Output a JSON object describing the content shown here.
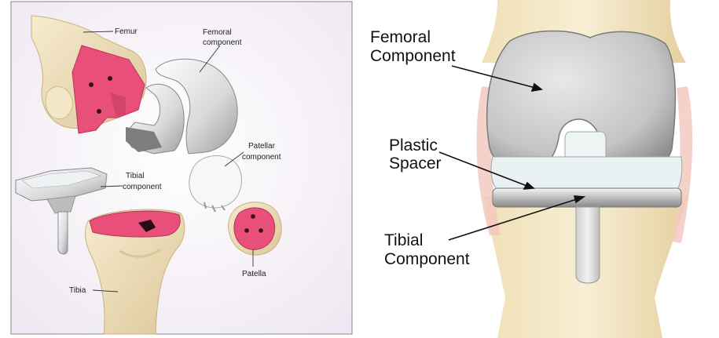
{
  "left_panel": {
    "labels": {
      "femur": "Femur",
      "femoral_component": [
        "Femoral",
        "component"
      ],
      "patellar_component": [
        "Patellar",
        "component"
      ],
      "tibial_component": [
        "Tibial",
        "component"
      ],
      "patella": "Patella",
      "tibia": "Tibia"
    }
  },
  "right_panel": {
    "labels": {
      "femoral_component": [
        "Femoral",
        "Component"
      ],
      "plastic_spacer": [
        "Plastic",
        "Spacer"
      ],
      "tibial_component": [
        "Tibial",
        "Component"
      ]
    }
  },
  "colors": {
    "bone": "#f1e4c2",
    "bone_shadow": "#d9c79a",
    "cut_surface": "#e8507a",
    "metal": "#c8c8c8",
    "plastic": "#e9f1f3",
    "background_tint": "#f1ecf5"
  }
}
